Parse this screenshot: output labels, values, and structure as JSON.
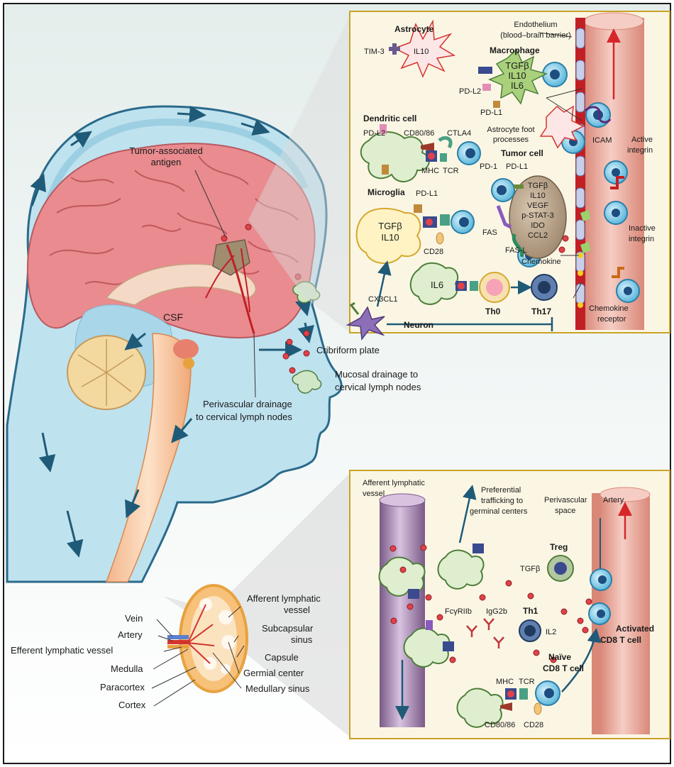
{
  "head": {
    "tumor_antigen": [
      "Tumor-associated",
      "antigen"
    ],
    "csf": "CSF",
    "cribriform": "Cribriform plate",
    "mucosal": [
      "Mucosal drainage to",
      "cervical lymph nodes"
    ],
    "perivascular": [
      "Perivascular drainage",
      "to cervical lymph nodes"
    ]
  },
  "brain_inset": {
    "astrocyte": "Astrocyte",
    "tim3": "TIM-3",
    "astro_il10": "IL10",
    "endothelium": [
      "Endothelium",
      "(blood–brain barrier)"
    ],
    "macrophage": "Macrophage",
    "macro_cytokines": [
      "TGFβ",
      "IL10",
      "IL6"
    ],
    "pd_l2_macro": "PD-L2",
    "pd_l1_macro": "PD-L1",
    "dendritic": "Dendritic cell",
    "pd_l2_dc": "PD-L2",
    "cd80_86": "CD80/86",
    "ctla4": "CTLA4",
    "mhc": "MHC",
    "tcr": "TCR",
    "astro_foot": [
      "Astrocyte foot",
      "processes"
    ],
    "icam": "ICAM",
    "active_integrin": [
      "Active",
      "integrin"
    ],
    "tumor_cell": "Tumor cell",
    "pd1": "PD-1",
    "pd_l1_tumor": "PD-L1",
    "tumor_cytokines": [
      "TGFβ",
      "IL10",
      "VEGF",
      "p-STAT-3",
      "IDO",
      "CCL2"
    ],
    "microglia": "Microglia",
    "pd_l1_micro": "PD-L1",
    "micro_cytokines": [
      "TGFβ",
      "IL10"
    ],
    "fas": "FAS",
    "fas_l": "FAS-L",
    "cd28": "CD28",
    "inactive_integrin": [
      "Inactive",
      "integrin"
    ],
    "chemokine": "Chemokine",
    "cx3cl1": "CX3CL1",
    "il6": "IL6",
    "th0": "Th0",
    "th17": "Th17",
    "neuron": "Neuron",
    "chemokine_receptor": [
      "Chemokine",
      "receptor"
    ]
  },
  "lymph_inset": {
    "afferent": [
      "Afferent lymphatic",
      "vessel"
    ],
    "preferential": [
      "Preferential",
      "trafficking to",
      "germinal centers"
    ],
    "perivascular_space": [
      "Perivascular",
      "space"
    ],
    "artery": "Artery",
    "treg": "Treg",
    "tgfb": "TGFβ",
    "fcgr": "FcγRIIb",
    "igg2b": "IgG2b",
    "th1": "Th1",
    "il2": "IL2",
    "activated": [
      "Activated",
      "CD8 T cell"
    ],
    "naive": [
      "Naïve",
      "CD8 T cell"
    ],
    "mhc": "MHC",
    "tcr": "TCR",
    "cd80_86": "CD80/86",
    "cd28": "CD28"
  },
  "node": {
    "vein": "Vein",
    "artery": "Artery",
    "efferent": "Efferent lymphatic vessel",
    "medulla": "Medulla",
    "paracortex": "Paracortex",
    "cortex": "Cortex",
    "afferent": [
      "Afferent lymphatic",
      "vessel"
    ],
    "subcapsular": [
      "Subcapsular",
      "sinus"
    ],
    "capsule": "Capsule",
    "germinal": "Germial center",
    "medullary_sinus": "Medullary sinus"
  },
  "colors": {
    "frame": "#1a1a1a",
    "inset_bg": "#fbf6e4",
    "inset_border": "#c9a227",
    "brain": "#e98b8f",
    "skin_fill": "#bfe2ef",
    "vessel": "#e7a9a0",
    "arrow": "#1f5b78",
    "lymph_vessel": "#8c6f95"
  }
}
